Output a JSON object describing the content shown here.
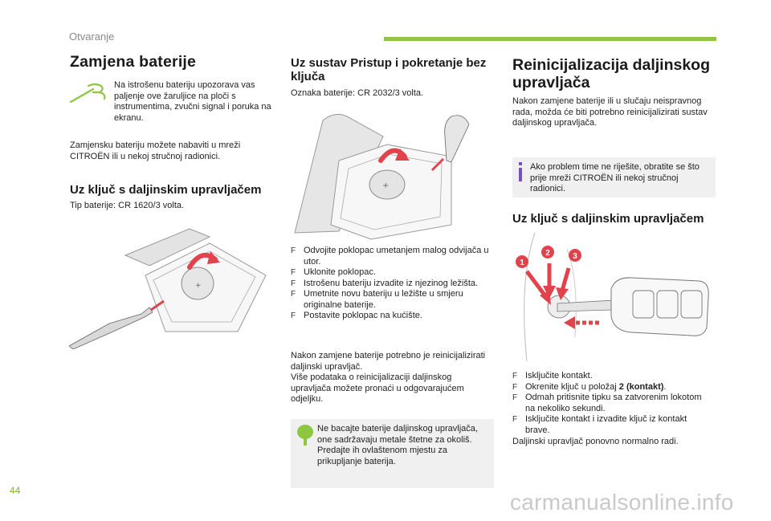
{
  "header": {
    "section": "Otvaranje"
  },
  "col1": {
    "title": "Zamjena baterije",
    "warning_text": "Na istrošenu bateriju upozorava vas paljenje ove žaruljice na ploči s instrumentima, zvučni signal i poruka na ekranu.",
    "warning_icon": "battery-warning-lamp-icon",
    "intro": "Zamjensku bateriju možete nabaviti u mreži CITROËN ili u nekoj stručnoj radionici.",
    "subtitle": "Uz ključ s daljinskim upravljačem",
    "battery_type": "Tip baterije: CR 1620/3 volta."
  },
  "col2": {
    "title": "Uz sustav Pristup i pokretanje bez ključa",
    "battery_type": "Oznaka baterije: CR 2032/3 volta.",
    "steps": [
      "Odvojite poklopac umetanjem malog odvijača u utor.",
      "Uklonite poklopac.",
      "Istrošenu bateriju izvadite iz njezinog ležišta.",
      "Umetnite novu bateriju u ležište u smjeru originalne baterije.",
      "Postavite poklopac na kućište."
    ],
    "after_text": "Nakon zamjene baterije potrebno je reinicijalizirati daljinski upravljač.",
    "more_info": "Više podataka o reinicijalizaciji daljinskog upravljača možete pronaći u odgovarajućem odjeljku.",
    "eco_note_1": "Ne bacajte baterije daljinskog upravljača, one sadržavaju metale štetne za okoliš.",
    "eco_note_2": "Predajte ih ovlaštenom mjestu za prikupljanje baterija.",
    "eco_icon": "tree-icon"
  },
  "col3": {
    "title": "Reinicijalizacija daljinskog upravljača",
    "intro": "Nakon zamjene baterije ili u slučaju neispravnog rada, možda će biti potrebno reinicijalizirati sustav daljinskog upravljača.",
    "info": "Ako problem time ne riješite, obratite se što prije mreži CITROËN ili nekoj stručnoj radionici.",
    "info_icon": "info-icon",
    "subtitle": "Uz ključ s daljinskim upravljačem",
    "steps": [
      {
        "pre": "Isključite kontakt.",
        "bold": "",
        "post": ""
      },
      {
        "pre": "Okrenite ključ u položaj ",
        "bold": "2 (kontakt)",
        "post": "."
      },
      {
        "pre": "Odmah pritisnite tipku sa zatvorenim lokotom na nekoliko sekundi.",
        "bold": "",
        "post": ""
      },
      {
        "pre": "Isključite kontakt i izvadite ključ iz kontakt brave.",
        "bold": "",
        "post": ""
      }
    ],
    "final": "Daljinski upravljač ponovno normalno radi.",
    "callouts": [
      "1",
      "2",
      "3"
    ]
  },
  "footer": {
    "page": "44",
    "watermark": "carmanualsonline.info"
  },
  "colors": {
    "accent_green": "#8dc63f",
    "callout_red": "#e0434c",
    "info_purple": "#7b4fc4",
    "box_grey": "#f0f0f0"
  }
}
